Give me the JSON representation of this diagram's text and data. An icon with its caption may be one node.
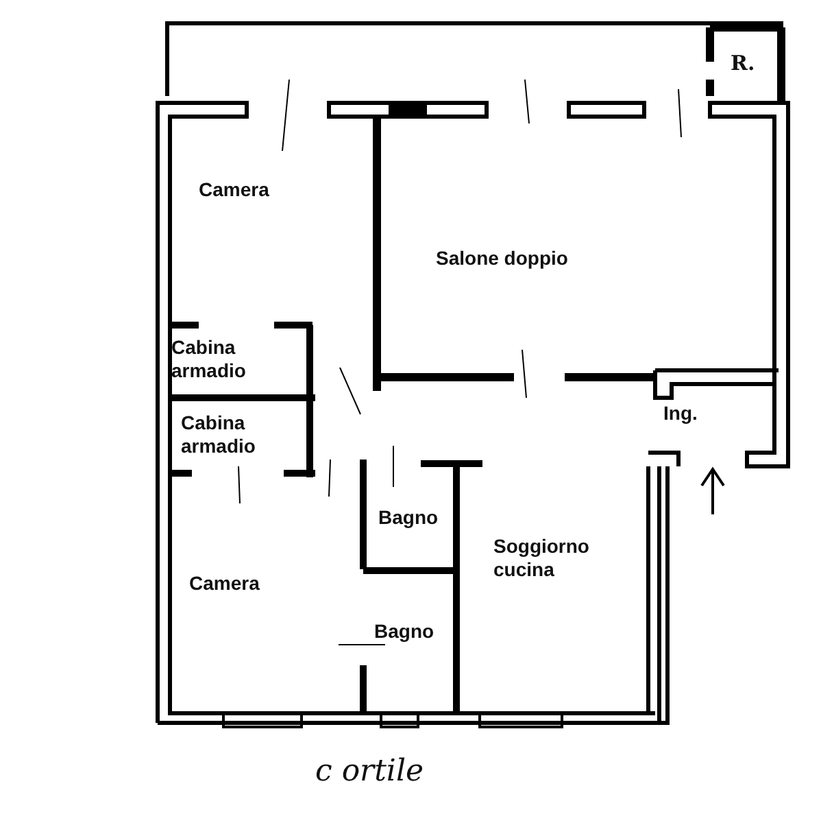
{
  "diagram": {
    "labels": [
      "R.",
      "Camera",
      "Salone doppio",
      "Cabina armadio",
      "Cabina armadio",
      "Ing.",
      "Bagno",
      "Soggiorno cucina",
      "Camera",
      "Bagno",
      "c ortile"
    ]
  }
}
